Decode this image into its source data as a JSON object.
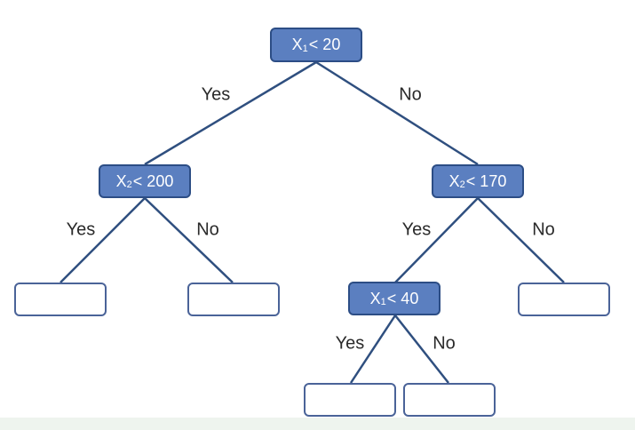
{
  "colors": {
    "decision_fill": "#5b7fc0",
    "decision_border": "#2c4d85",
    "leaf_border": "#4a6398",
    "edge": "#2f4f7f",
    "text": "#2a2a2a"
  },
  "tree": {
    "root": {
      "var": "X",
      "sub": "1",
      "op": "< 20"
    },
    "left": {
      "var": "X",
      "sub": "2",
      "op": "< 200"
    },
    "right": {
      "var": "X",
      "sub": "2",
      "op": "< 170"
    },
    "right_left": {
      "var": "X",
      "sub": "1",
      "op": "< 40"
    }
  },
  "edge_labels": {
    "root_yes": "Yes",
    "root_no": "No",
    "left_yes": "Yes",
    "left_no": "No",
    "right_yes": "Yes",
    "right_no": "No",
    "rl_yes": "Yes",
    "rl_no": "No"
  }
}
